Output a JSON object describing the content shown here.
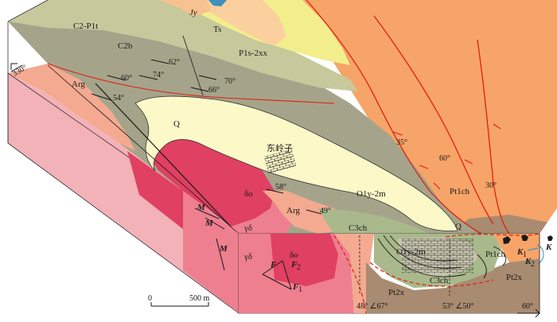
{
  "units": {
    "jy": "Jy",
    "ts": "Ts",
    "c2p1t": "C2-P1t",
    "c2b": "C2b",
    "p1s2xx": "P1s-2xx",
    "arg_upper": "Arg",
    "arg_lower": "Arg",
    "q_upper": "Q",
    "q_lower": "Q",
    "o1y2m": "O1y-2m",
    "o1y2m_section": "O1y-2m",
    "c3ch_upper": "C3ch",
    "c3ch_lower": "C3ch",
    "pt1ch_right": "Pt1ch",
    "pt1ch_section": "Pt1ch",
    "pt2x_left": "Pt2x",
    "pt2x_right": "Pt2x",
    "delta_o_upper": "δο",
    "delta_o_lower": "δο",
    "gamma_delta_upper": "γδ",
    "gamma_delta_lower": "γδ",
    "place_name": "东岭子"
  },
  "attitudes": {
    "a62": "62°",
    "a60": "60°",
    "a74": "74°",
    "a70": "70°",
    "a66": "66°",
    "a54": "54°",
    "a58": "58°",
    "a49": "49°",
    "a35": "35°",
    "a60b": "60°",
    "a30": "30°"
  },
  "section_attitudes": {
    "left": "48° ∠67°",
    "right": "53° ∠50°"
  },
  "orientation": {
    "left_direction": "330°",
    "right_direction": "60°"
  },
  "scale_bar": {
    "zero": "0",
    "length": "500 m"
  },
  "symbols": {
    "m1": "M",
    "m2": "M",
    "m3": "M",
    "f": "F",
    "f1": "F",
    "f2": "F",
    "f1_sub": "1",
    "f2_sub": "2",
    "k": "K",
    "k1": "K",
    "k2": "K",
    "k1_sub": "1",
    "k2_sub": "2"
  },
  "colors": {
    "jy": "#f7c190",
    "ts": "#fbd09e",
    "p_yellow": "#f3ee8c",
    "c2p1t": "#c7c89c",
    "c2b": "#a5a48a",
    "q": "#fcf8c8",
    "o_gray": "#a09f8f",
    "c3ch": "#a9b98c",
    "pt1ch": "#f7a468",
    "pt2x": "#a88b70",
    "arg": "#f3aa90",
    "delta_o": "#e04062",
    "gamma_delta": "#ee7f8f",
    "pink_light": "#f3b2b8",
    "fault_red": "#e02010",
    "blue": "#3f8fbf"
  }
}
